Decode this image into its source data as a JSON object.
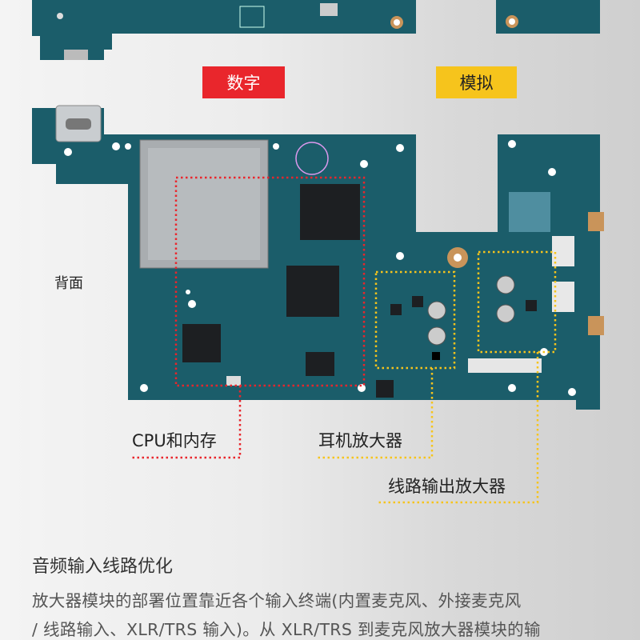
{
  "labels": {
    "digital": "数字",
    "analog": "模拟",
    "back": "背面"
  },
  "callouts": {
    "cpu": "CPU和内存",
    "headphone_amp": "耳机放大器",
    "line_out_amp": "线路输出放大器"
  },
  "section": {
    "title": "音频输入线路优化",
    "body_lines": [
      "放大器模块的部署位置靠近各个输入终端(内置麦克风、外接麦克风",
      "/ 线路输入、XLR/TRS 输入)。从 XLR/TRS 到麦克风放大器模块的输"
    ]
  },
  "colors": {
    "board": "#1b5d6a",
    "digital": "#e9262c",
    "analog": "#f6c41c"
  }
}
